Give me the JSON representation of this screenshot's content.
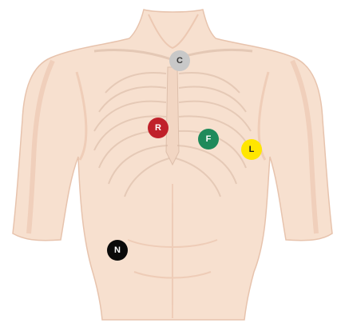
{
  "colors": {
    "skin": "#f7e0cf",
    "skin_shadow": "#ecc8b2",
    "rib_line": "#d7b7a3",
    "outline": "#e7c3ad"
  },
  "electrodes": [
    {
      "id": "c",
      "label": "C",
      "color": "#c8c8c8",
      "text_color": "#3a3a3a"
    },
    {
      "id": "r",
      "label": "R",
      "color": "#c0202a",
      "text_color": "#ffffff"
    },
    {
      "id": "f",
      "label": "F",
      "color": "#1f8a5b",
      "text_color": "#ffffff"
    },
    {
      "id": "l",
      "label": "L",
      "color": "#ffe600",
      "text_color": "#222222"
    },
    {
      "id": "n",
      "label": "N",
      "color": "#0a0a0a",
      "text_color": "#ffffff"
    }
  ]
}
